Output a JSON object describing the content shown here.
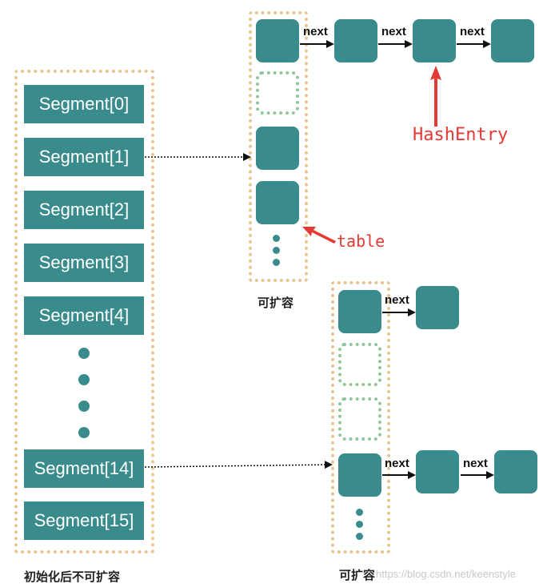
{
  "segments": [
    "Segment[0]",
    "Segment[1]",
    "Segment[2]",
    "Segment[3]",
    "Segment[4]",
    "Segment[14]",
    "Segment[15]"
  ],
  "labels": {
    "left_caption": "初始化后不可扩容",
    "table1_caption": "可扩容",
    "table2_caption": "可扩容",
    "hashentry": "HashEntry",
    "table": "table",
    "next": "next",
    "watermark": "https://blog.csdn.net/keenstyle"
  },
  "colors": {
    "teal": "#3a8c8c",
    "orange_dotted": "#e8c38f",
    "green_dotted": "#8ec79a",
    "red": "#e53935"
  }
}
